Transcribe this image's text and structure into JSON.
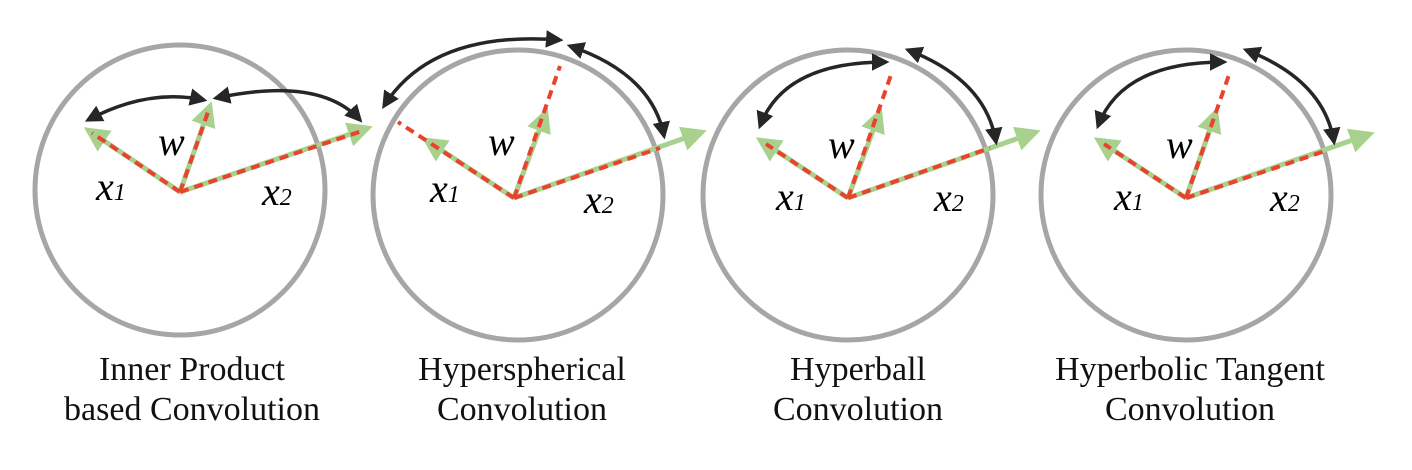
{
  "colors": {
    "circle": "#a6a6a6",
    "vector": "#a9d18e",
    "dashed": "#e8432d",
    "arc": "#262626"
  },
  "panels": [
    {
      "caption_line1": "Inner Product",
      "caption_line2": "based Convolution",
      "w_label": "w",
      "x1_label": "x",
      "x1_sub": "1",
      "x2_label": "x",
      "x2_sub": "2"
    },
    {
      "caption_line1": "Hyperspherical",
      "caption_line2": "Convolution",
      "w_label": "w",
      "x1_label": "x",
      "x1_sub": "1",
      "x2_label": "x",
      "x2_sub": "2"
    },
    {
      "caption_line1": "Hyperball",
      "caption_line2": "Convolution",
      "w_label": "w",
      "x1_label": "x",
      "x1_sub": "1",
      "x2_label": "x",
      "x2_sub": "2"
    },
    {
      "caption_line1": "Hyperbolic Tangent",
      "caption_line2": "Convolution",
      "w_label": "w",
      "x1_label": "x",
      "x1_sub": "1",
      "x2_label": "x",
      "x2_sub": "2"
    }
  ]
}
